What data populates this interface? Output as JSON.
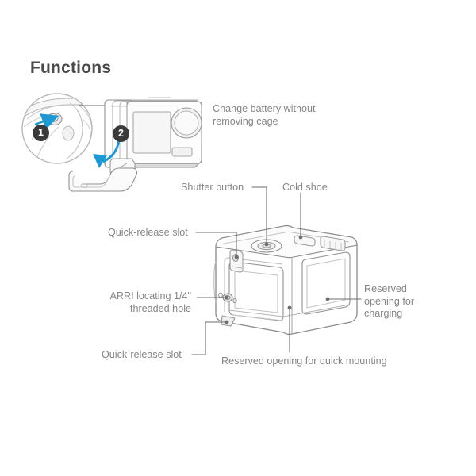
{
  "page": {
    "title": "Functions",
    "background_color": "#ffffff",
    "text_color": "#858585",
    "title_color": "#4a4a4a",
    "line_color": "#6e6e6e",
    "drawing_color": "#9a9a9a",
    "accent_blue": "#1b9ad6",
    "badge_color": "#3a3a3a"
  },
  "badges": [
    {
      "number": "1"
    },
    {
      "number": "2"
    }
  ],
  "callouts": {
    "change_battery": "Change battery without\nremoving cage",
    "shutter_button": "Shutter button",
    "cold_shoe": "Cold shoe",
    "quick_release_slot_top": "Quick-release slot",
    "arri_hole": "ARRI locating 1/4\"\nthreaded hole",
    "reserved_charging": "Reserved\nopening for\ncharging",
    "quick_release_slot_bottom": "Quick-release slot",
    "reserved_quick_mounting": "Reserved opening for quick mounting"
  },
  "illustrations": {
    "detail_view": "magnified-battery-latch-detail",
    "camera_assembly": "camera-in-cage-with-battery-door-open",
    "cage": "protective-cage-isometric"
  }
}
